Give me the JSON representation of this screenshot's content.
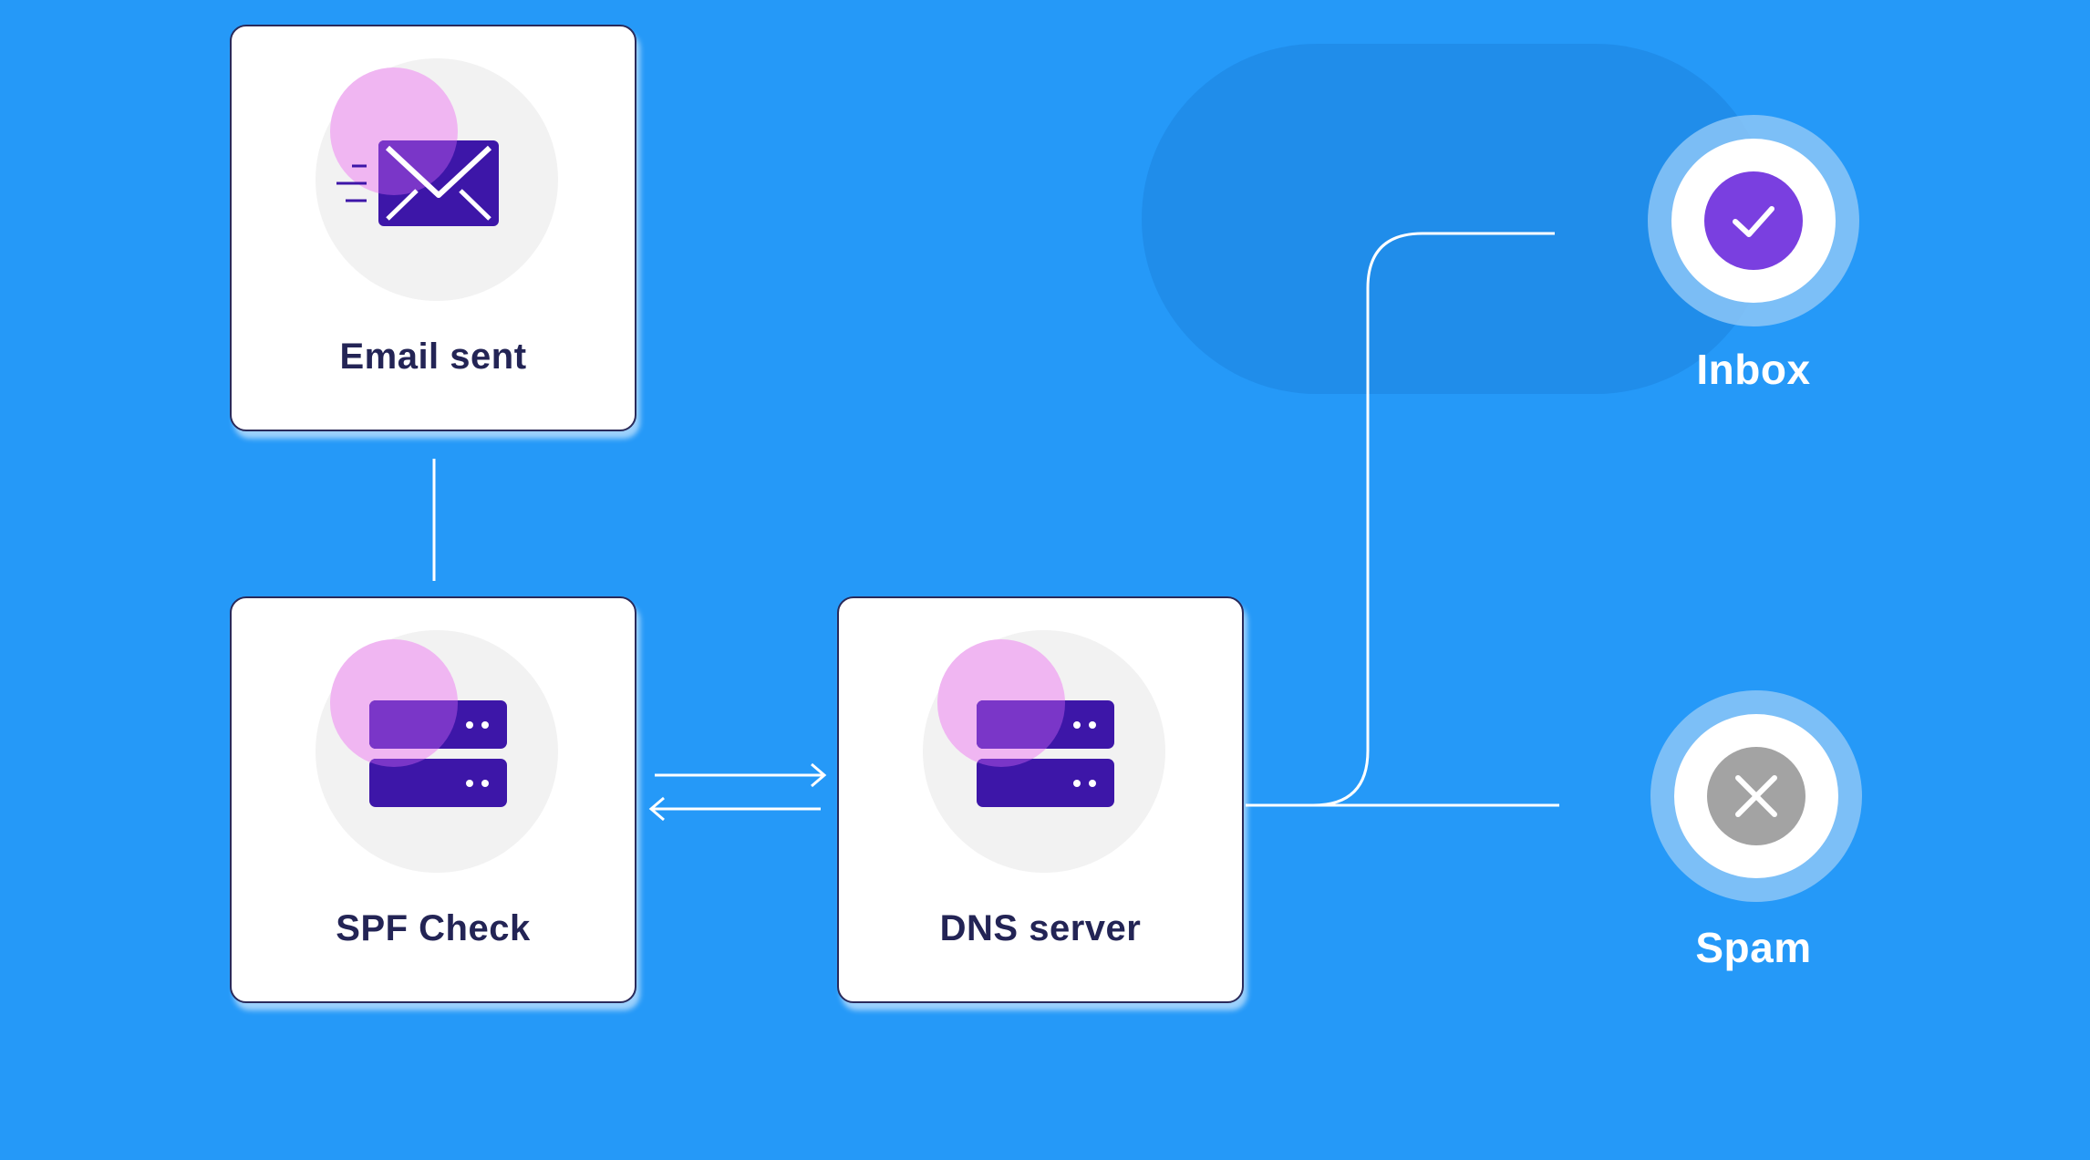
{
  "diagram": {
    "nodes": {
      "email_sent": {
        "label": "Email sent",
        "icon": "envelope-icon"
      },
      "spf_check": {
        "label": "SPF Check",
        "icon": "server-icon"
      },
      "dns_server": {
        "label": "DNS server",
        "icon": "server-icon"
      }
    },
    "outcomes": {
      "inbox": {
        "label": "Inbox",
        "icon": "checkmark-icon",
        "color": "#7a3fe0"
      },
      "spam": {
        "label": "Spam",
        "icon": "close-icon",
        "color": "#a3a3a3"
      }
    }
  },
  "colors": {
    "background": "#2599f8",
    "card_border": "#2a2a5a",
    "label_text": "#232455",
    "icon_primary": "#3d16a8",
    "icon_highlight": "#f0b6f2"
  }
}
